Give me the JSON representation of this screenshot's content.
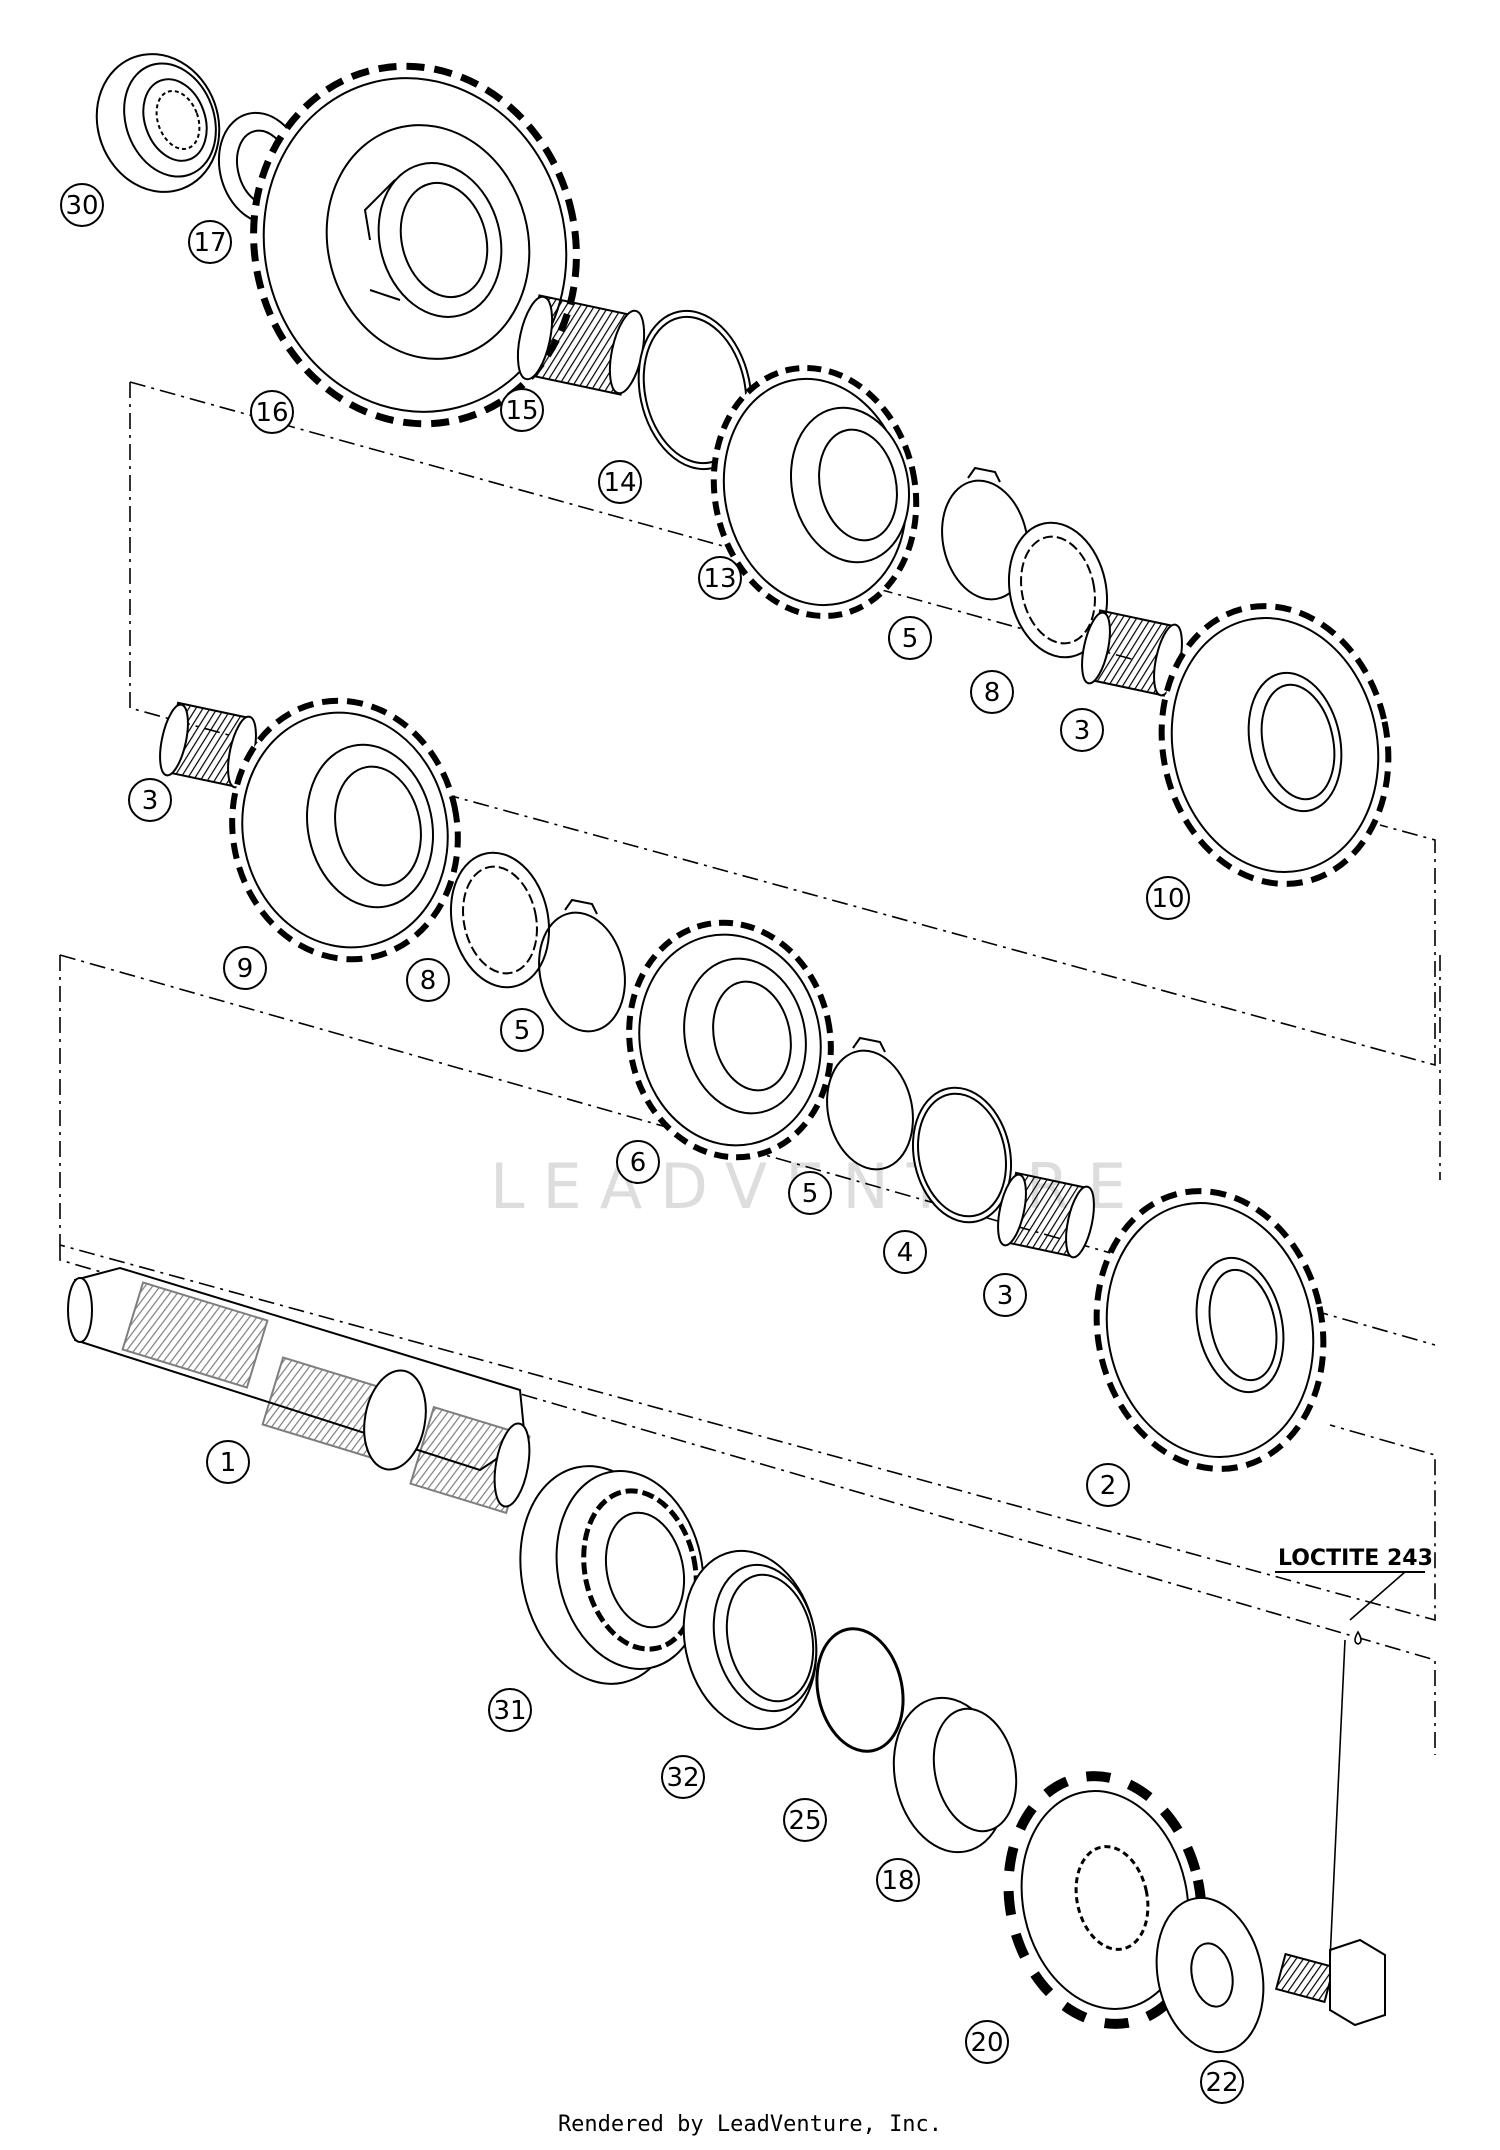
{
  "diagram": {
    "watermark": "LEADVENTURE",
    "note": "LOCTITE 243",
    "credit": "Rendered by LeadVenture, Inc.",
    "callouts": [
      {
        "id": "c30",
        "label": "30"
      },
      {
        "id": "c17",
        "label": "17"
      },
      {
        "id": "c16",
        "label": "16"
      },
      {
        "id": "c15",
        "label": "15"
      },
      {
        "id": "c14",
        "label": "14"
      },
      {
        "id": "c13",
        "label": "13"
      },
      {
        "id": "c5a",
        "label": "5"
      },
      {
        "id": "c8a",
        "label": "8"
      },
      {
        "id": "c3a",
        "label": "3"
      },
      {
        "id": "c10",
        "label": "10"
      },
      {
        "id": "c3b",
        "label": "3"
      },
      {
        "id": "c9",
        "label": "9"
      },
      {
        "id": "c8b",
        "label": "8"
      },
      {
        "id": "c5b",
        "label": "5"
      },
      {
        "id": "c6",
        "label": "6"
      },
      {
        "id": "c5c",
        "label": "5"
      },
      {
        "id": "c4",
        "label": "4"
      },
      {
        "id": "c3c",
        "label": "3"
      },
      {
        "id": "c2",
        "label": "2"
      },
      {
        "id": "c1",
        "label": "1"
      },
      {
        "id": "c31",
        "label": "31"
      },
      {
        "id": "c32",
        "label": "32"
      },
      {
        "id": "c25",
        "label": "25"
      },
      {
        "id": "c18",
        "label": "18"
      },
      {
        "id": "c20",
        "label": "20"
      },
      {
        "id": "c22",
        "label": "22"
      }
    ]
  }
}
